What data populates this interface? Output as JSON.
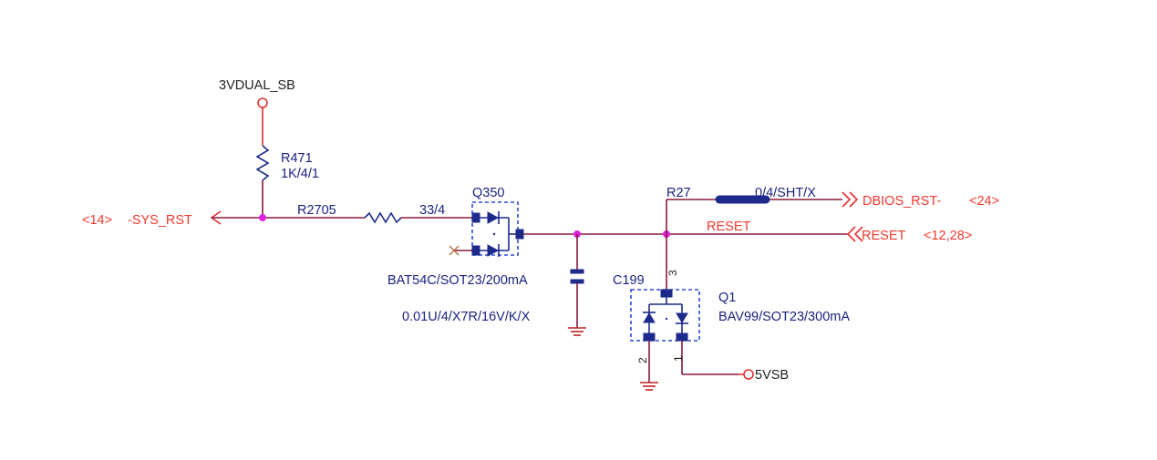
{
  "colors": {
    "wire": "#8a1a3a",
    "net_label": "#f03a2e",
    "component": "#1c2a8c",
    "junction": "#e020e0",
    "package_outline": "#2b4bd6"
  },
  "power_nets": {
    "vdual": "3VDUAL_SB",
    "vsb": "5VSB"
  },
  "components": {
    "r471": {
      "ref": "R471",
      "value": "1K/4/1"
    },
    "r2705": {
      "ref": "R2705",
      "value": "33/4"
    },
    "q350": {
      "ref": "Q350",
      "value": "BAT54C/SOT23/200mA"
    },
    "c199": {
      "ref": "C199",
      "value": "0.01U/4/X7R/16V/K/X"
    },
    "r27": {
      "ref": "R27",
      "value": "0/4/SHT/X"
    },
    "q1": {
      "ref": "Q1",
      "value": "BAV99/SOT23/300mA",
      "pins": [
        "3",
        "2",
        "1"
      ]
    }
  },
  "nets": {
    "sys_rst": {
      "name": "-SYS_RST",
      "page_ref": "<14>"
    },
    "dbios_rst": {
      "name": "DBIOS_RST-",
      "page_ref": "<24>"
    },
    "reset_wire": "RESET",
    "reset_port": {
      "name": "RESET",
      "page_ref": "<12,28>"
    }
  }
}
